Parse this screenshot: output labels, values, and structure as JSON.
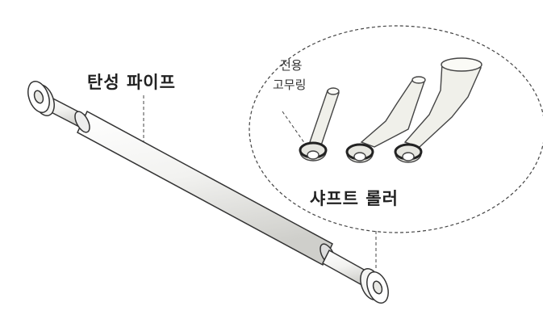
{
  "labels": {
    "pipe": "탄성 파이프",
    "ring_line1": "전용",
    "ring_line2": "고무링",
    "roller": "샤프트 롤러"
  },
  "colors": {
    "stroke": "#333333",
    "fill": "#f4f4f2",
    "shade": "#d8d8d4"
  }
}
